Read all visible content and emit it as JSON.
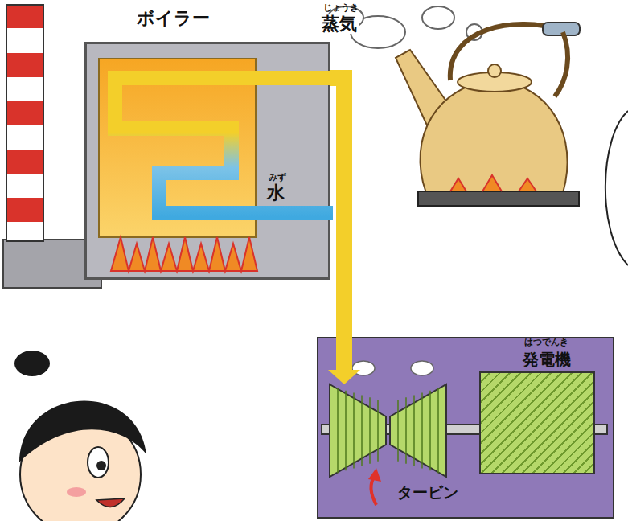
{
  "diagram": {
    "nodes": [
      {
        "text": [
          "ボイラー"
        ]
      },
      {
        "text": [
          "タービン"
        ]
      },
      {
        "text": [
          "発電機"
        ]
      }
    ],
    "edges": [
      {
        "from": 0,
        "to": 1,
        "arrow": "to",
        "label": "蒸気"
      }
    ],
    "labels": [
      "じょうき",
      "水",
      "みず",
      "はつでんき"
    ]
  }
}
